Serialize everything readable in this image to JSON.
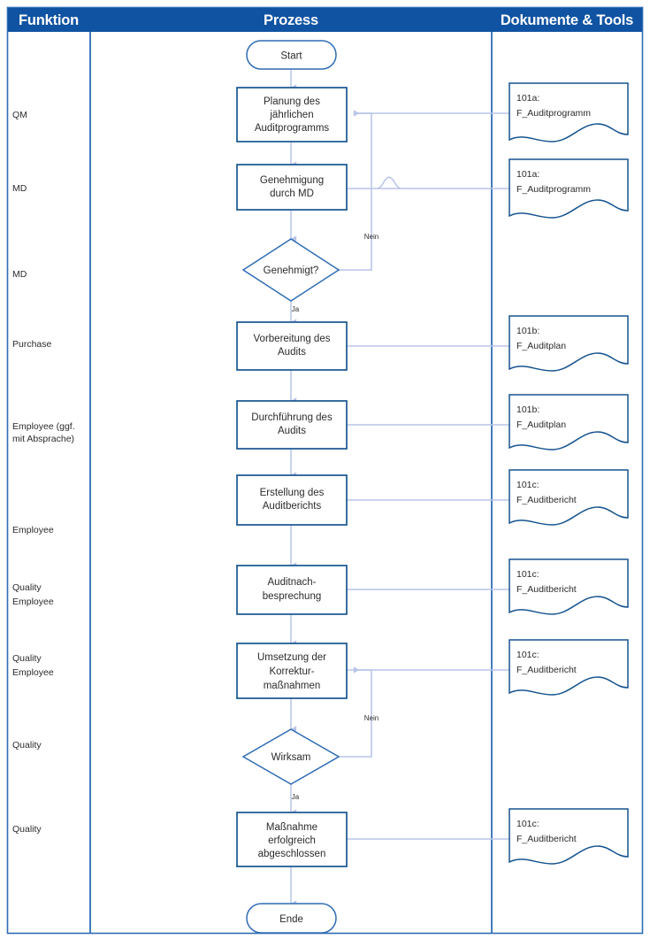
{
  "colors": {
    "header_bg": "#1053a2",
    "header_text": "#ffffff",
    "frame_border": "#2f6cb5",
    "node_stroke": "#17548f",
    "diamond_stroke": "#2f6cb5",
    "terminator_stroke": "#2f6cb5",
    "doc_stroke": "#17548f",
    "connector": "#b8c4e8",
    "text": "#2b2b2b",
    "background": "#ffffff"
  },
  "header": {
    "columns": [
      {
        "label": "Funktion"
      },
      {
        "label": "Prozess"
      },
      {
        "label": "Dokumente & Tools"
      }
    ]
  },
  "functions": [
    {
      "id": "fn-qm",
      "lines": [
        "QM"
      ]
    },
    {
      "id": "fn-md-1",
      "lines": [
        "MD"
      ]
    },
    {
      "id": "fn-md-2",
      "lines": [
        "MD"
      ]
    },
    {
      "id": "fn-purchase",
      "lines": [
        "Purchase"
      ]
    },
    {
      "id": "fn-employee-absprache",
      "lines": [
        "Employee (ggf.",
        "mit Absprache)"
      ]
    },
    {
      "id": "fn-employee",
      "lines": [
        "Employee"
      ]
    },
    {
      "id": "fn-quality-employee-1",
      "lines": [
        "Quality",
        "Employee"
      ]
    },
    {
      "id": "fn-quality-employee-2",
      "lines": [
        "Quality",
        "Employee"
      ]
    },
    {
      "id": "fn-quality-1",
      "lines": [
        "Quality"
      ]
    },
    {
      "id": "fn-quality-2",
      "lines": [
        "Quality"
      ]
    }
  ],
  "process": {
    "nodes": [
      {
        "id": "start",
        "type": "terminator",
        "lines": [
          "Start"
        ]
      },
      {
        "id": "planung",
        "type": "process",
        "lines": [
          "Planung des",
          "jährlichen",
          "Auditprogramms"
        ]
      },
      {
        "id": "genehmigung",
        "type": "process",
        "lines": [
          "Genehmigung",
          "durch MD"
        ]
      },
      {
        "id": "genehmigt",
        "type": "decision",
        "lines": [
          "Genehmigt?"
        ]
      },
      {
        "id": "vorbereitung",
        "type": "process",
        "lines": [
          "Vorbereitung des",
          "Audits"
        ]
      },
      {
        "id": "durchfuehrung",
        "type": "process",
        "lines": [
          "Durchführung des",
          "Audits"
        ]
      },
      {
        "id": "erstellung",
        "type": "process",
        "lines": [
          "Erstellung des",
          "Auditberichts"
        ]
      },
      {
        "id": "nachbesprechung",
        "type": "process",
        "lines": [
          "Auditnach-",
          "besprechung"
        ]
      },
      {
        "id": "umsetzung",
        "type": "process",
        "lines": [
          "Umsetzung der",
          "Korrektur-",
          "maßnahmen"
        ]
      },
      {
        "id": "wirksam",
        "type": "decision",
        "lines": [
          "Wirksam"
        ]
      },
      {
        "id": "massnahme",
        "type": "process",
        "lines": [
          "Maßnahme",
          "erfolgreich",
          "abgeschlossen"
        ]
      },
      {
        "id": "ende",
        "type": "terminator",
        "lines": [
          "Ende"
        ]
      }
    ],
    "branch_labels": [
      {
        "id": "label-nein-1",
        "text": "Nein"
      },
      {
        "id": "label-ja-1",
        "text": "Ja"
      },
      {
        "id": "label-nein-2",
        "text": "Nein"
      },
      {
        "id": "label-ja-2",
        "text": "Ja"
      }
    ]
  },
  "documents": [
    {
      "id": "doc-1",
      "code": "101a:",
      "name": "F_Auditprogramm"
    },
    {
      "id": "doc-2",
      "code": "101a:",
      "name": "F_Auditprogramm"
    },
    {
      "id": "doc-3",
      "code": "101b:",
      "name": "F_Auditplan"
    },
    {
      "id": "doc-4",
      "code": "101b:",
      "name": "F_Auditplan"
    },
    {
      "id": "doc-5",
      "code": "101c:",
      "name": "F_Auditbericht"
    },
    {
      "id": "doc-6",
      "code": "101c:",
      "name": "F_Auditbericht"
    },
    {
      "id": "doc-7",
      "code": "101c:",
      "name": "F_Auditbericht"
    },
    {
      "id": "doc-8",
      "code": "101c:",
      "name": "F_Auditbericht"
    }
  ]
}
